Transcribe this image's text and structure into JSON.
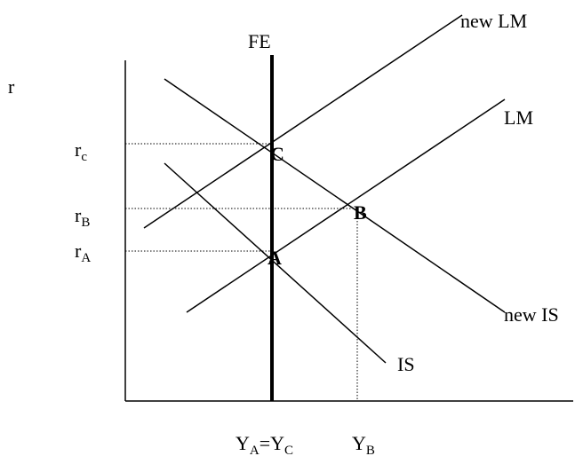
{
  "diagram": {
    "axis_labels": {
      "y": "r"
    },
    "lines": {
      "fe": "FE",
      "lm": "LM",
      "new_lm": "new LM",
      "is": "IS",
      "new_is": "new IS"
    },
    "points": {
      "a": "A",
      "b": "B",
      "c": "C"
    },
    "y_ticks": {
      "rc": {
        "base": "r",
        "sub": "c"
      },
      "rb": {
        "base": "r",
        "sub": "B"
      },
      "ra": {
        "base": "r",
        "sub": "A"
      }
    },
    "x_ticks": {
      "ya": {
        "base": "Y",
        "sub": "A"
      },
      "eq": "=",
      "yc": {
        "base": "Y",
        "sub": "C"
      },
      "yb": {
        "base": "Y",
        "sub": "B"
      }
    }
  }
}
